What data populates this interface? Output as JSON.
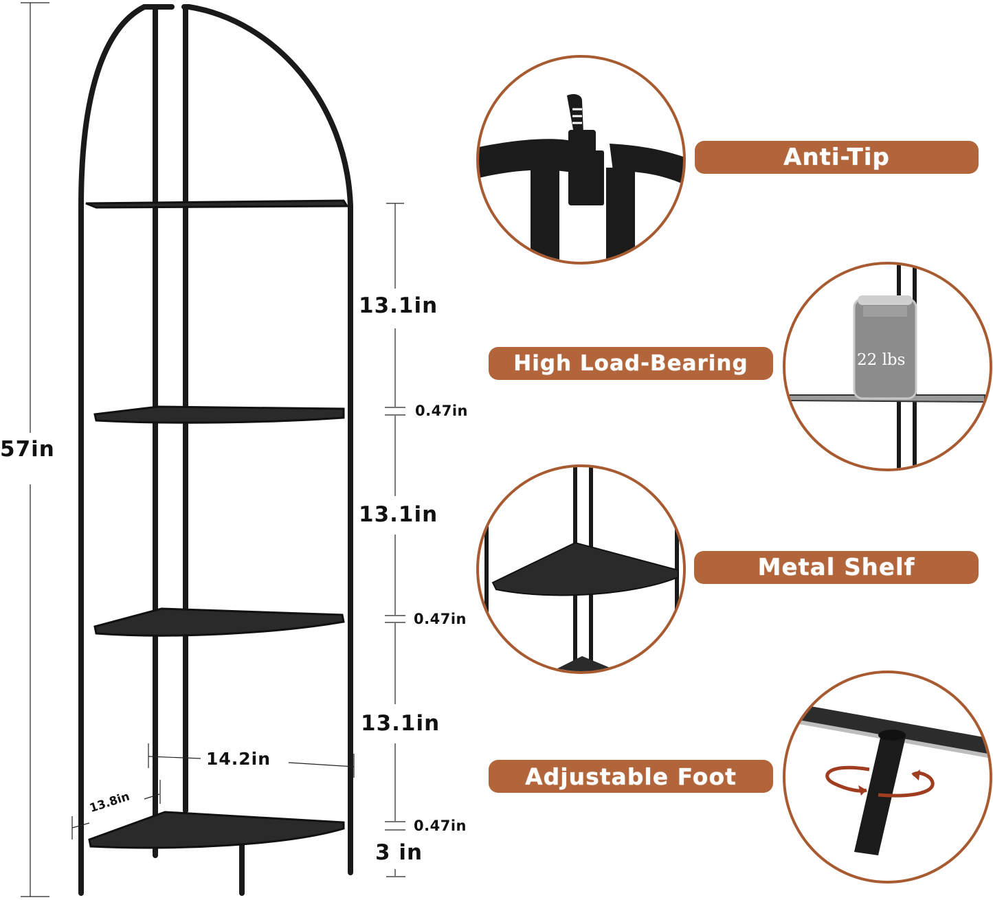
{
  "product": {
    "total_height": "57in",
    "shelf_spacing": [
      "13.1in",
      "13.1in",
      "13.1in"
    ],
    "shelf_thickness": [
      "0.47in",
      "0.47in",
      "0.47in"
    ],
    "foot_height": "3 in",
    "width_side": "14.2in",
    "depth_side": "13.8in"
  },
  "features": [
    {
      "label": "Anti-Tip"
    },
    {
      "label": "High Load-Bearing",
      "detail": "22 lbs"
    },
    {
      "label": "Metal Shelf"
    },
    {
      "label": "Adjustable Foot"
    }
  ],
  "colors": {
    "accent": "#b2653b",
    "circle_border": "#a85a30",
    "frame": "#111111"
  }
}
